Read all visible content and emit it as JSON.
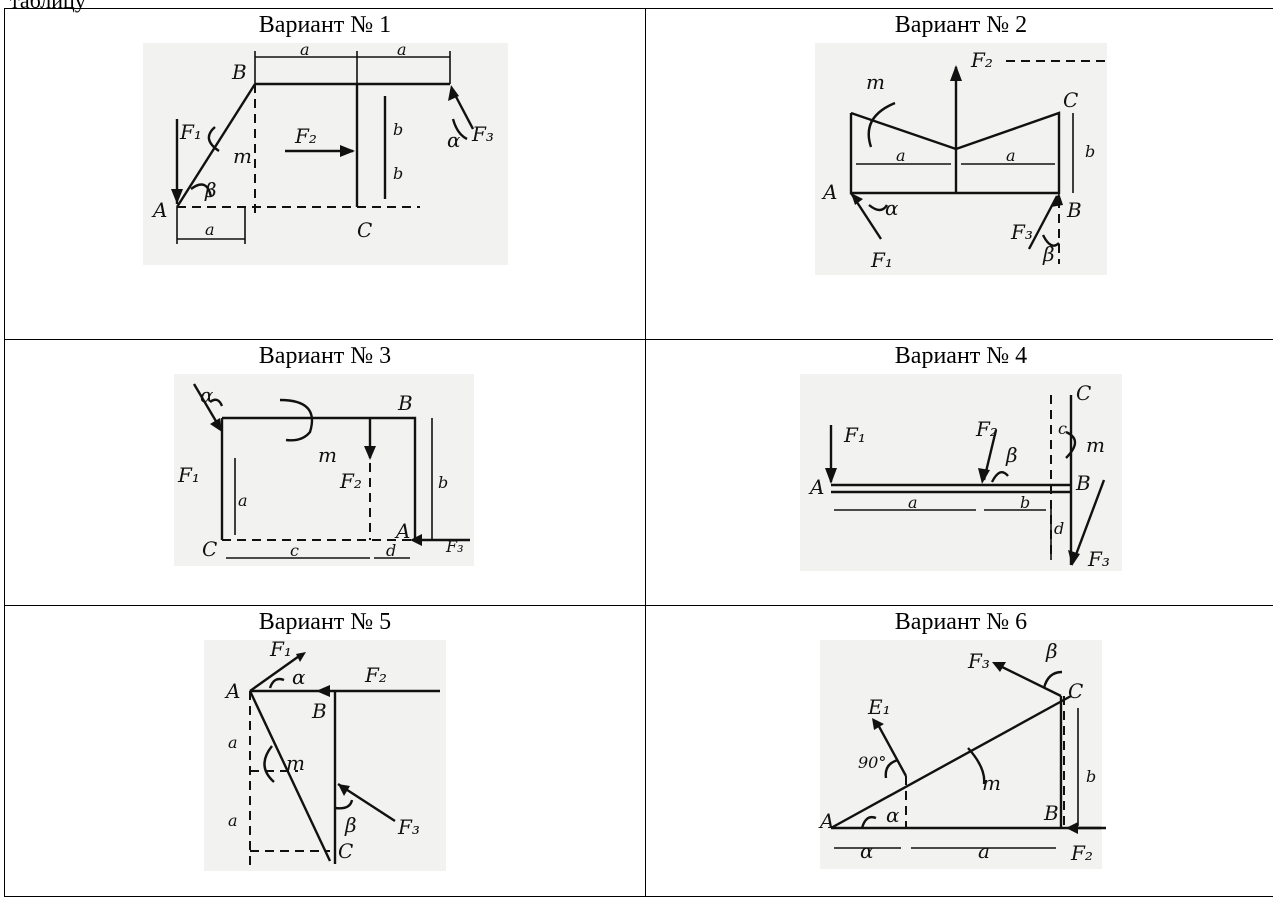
{
  "top_fragment": "таблицу",
  "variants": [
    {
      "title": "Вариант № 1"
    },
    {
      "title": "Вариант № 2"
    },
    {
      "title": "Вариант № 3"
    },
    {
      "title": "Вариант № 4"
    },
    {
      "title": "Вариант № 5"
    },
    {
      "title": "Вариант № 6"
    }
  ]
}
